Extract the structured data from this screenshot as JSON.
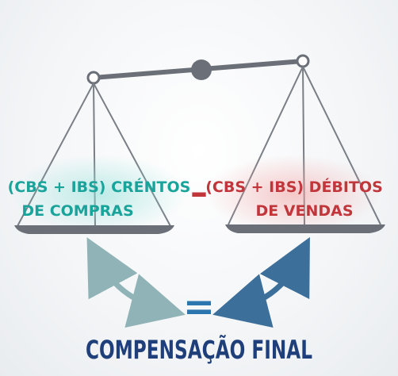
{
  "left_pan": {
    "line1": "(CBS + IBS) CRÉNTOS",
    "line2": "DE COMPRAS",
    "color": "#1aa39a"
  },
  "right_pan": {
    "line1": "(CBS + IBS) DÉBITOS",
    "line2": "DE VENDAS",
    "color": "#c0363a"
  },
  "operator_minus": "–",
  "operator_equals": "=",
  "result": {
    "label": "COMPENSAÇÃO FINAL",
    "color": "#1f3f7a"
  },
  "colors": {
    "scale": "#6b7078",
    "arrow_left": "#8fb3b6",
    "arrow_right": "#3c6f9a",
    "equals": "#2c76b0"
  }
}
